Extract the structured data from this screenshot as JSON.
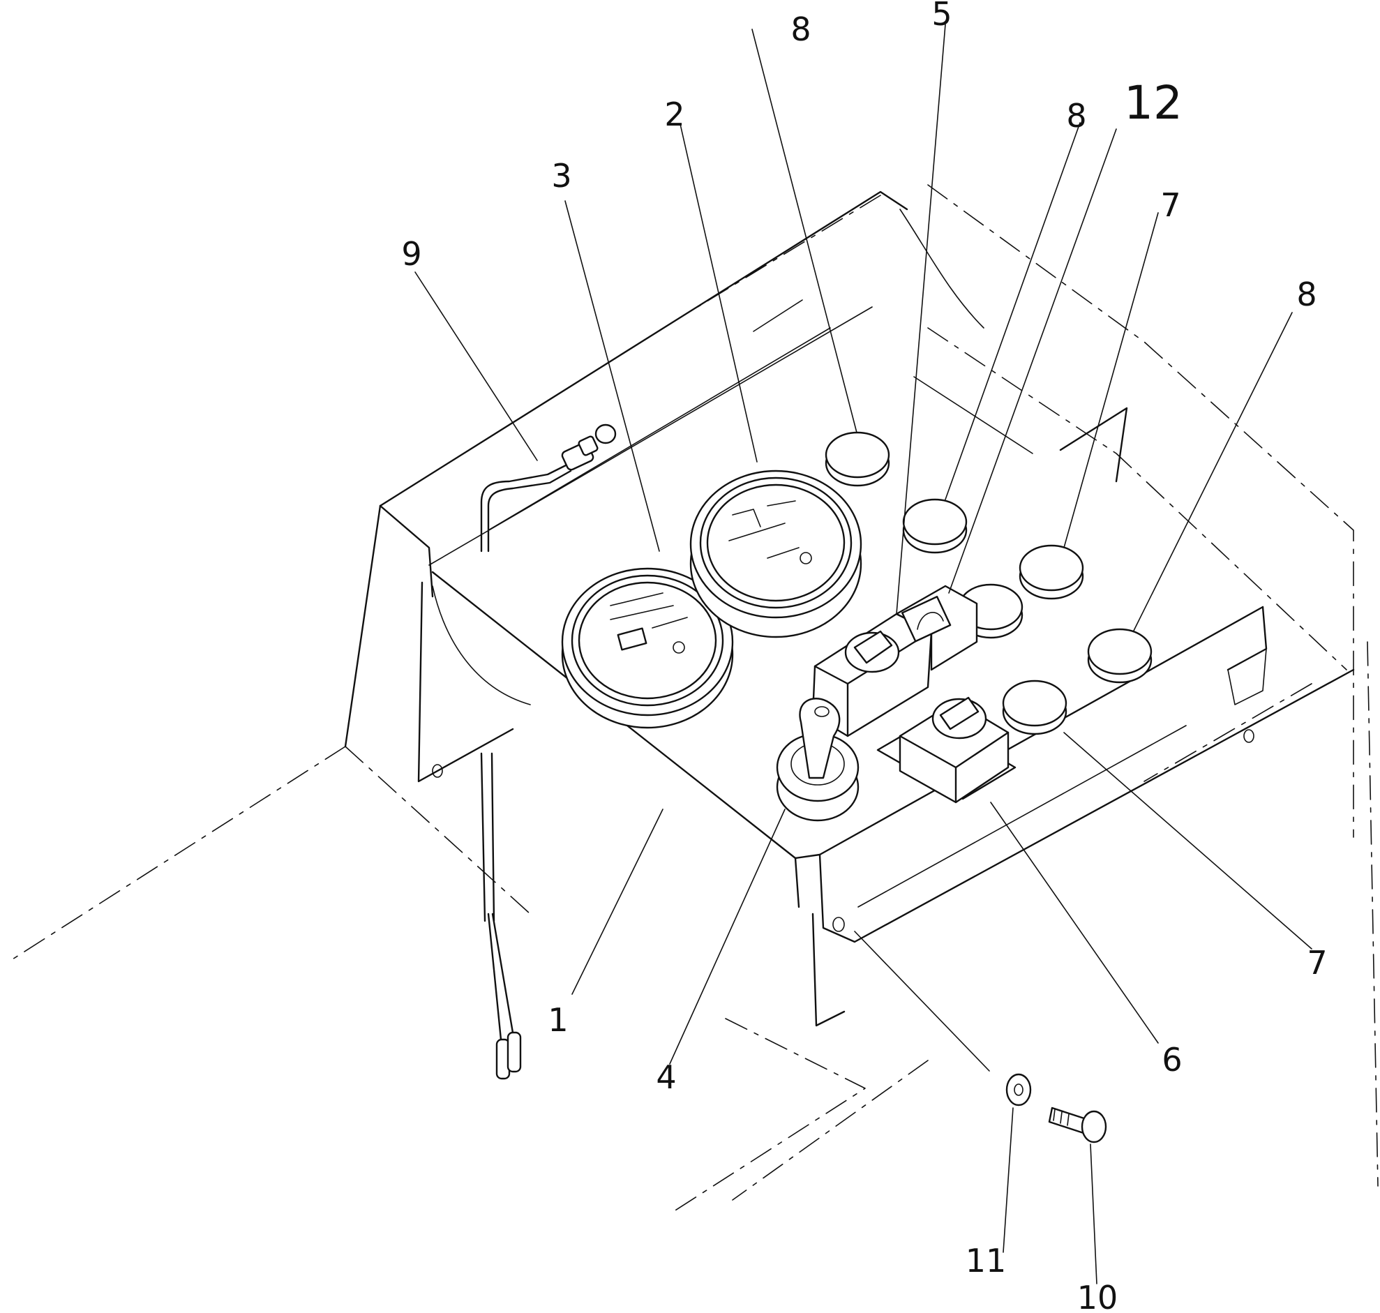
{
  "diagram": {
    "labels": {
      "l1": "1",
      "l2": "2",
      "l3": "3",
      "l4": "4",
      "l5": "5",
      "l6": "6",
      "l7a": "7",
      "l7b": "7",
      "l8a": "8",
      "l8b": "8",
      "l8c": "8",
      "l9": "9",
      "l10": "10",
      "l11": "11",
      "l12": "12"
    }
  }
}
